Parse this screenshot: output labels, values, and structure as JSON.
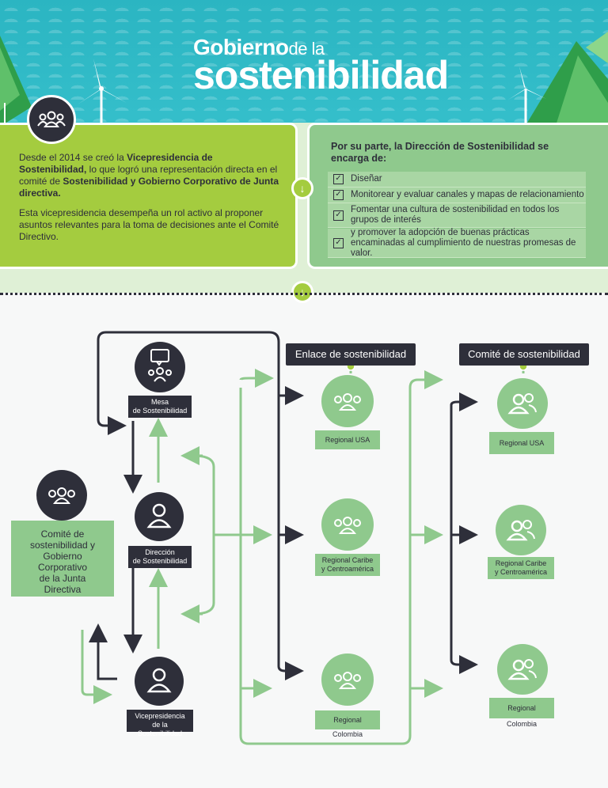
{
  "banner": {
    "title_word1": "Gobierno",
    "title_word2": "de la",
    "title_line2": "sostenibilidad"
  },
  "left_panel": {
    "p1_a": "Desde el 2014 se creó la ",
    "p1_b": "Vicepresidencia de Sostenibilidad,",
    "p1_c": " lo que logró una representación directa en el comité de ",
    "p1_d": "Sostenibilidad y Gobierno Corporativo de Junta directiva.",
    "p2": "Esta vicepresidencia desempeña un rol activo al proponer asuntos relevantes para la toma de decisiones ante el Comité Directivo."
  },
  "right_panel": {
    "heading": "Por su parte, la Dirección de Sostenibilidad se encarga de:",
    "items": [
      "Diseñar",
      "Monitorear y evaluar canales y mapas de relacionamiento",
      "Fomentar una cultura de sostenibilidad en todos los grupos de interés",
      " y promover la adopción de buenas prácticas encaminadas al cumplimiento de nuestras promesas de valor."
    ]
  },
  "diagram": {
    "mesa": "Mesa\nde Sostenibilidad",
    "direccion": "Dirección\nde Sostenibilidad",
    "vicepresidencia": "Vicepresidencia\nde la Sostenibilidad",
    "comite_junta": "Comité de\nsostenibilidad y\nGobierno\nCorporativo\nde la Junta\nDirectiva",
    "enlace_header": "Enlace de sostenibilidad",
    "comite_header": "Comité de sostenibilidad",
    "enlace_regions": [
      "Regional USA",
      "Regional Caribe\ny Centroamérica",
      "Regional Colombia"
    ],
    "comite_regions": [
      "Regional USA",
      "Regional Caribe\ny Centroamérica",
      "Regional Colombia"
    ]
  },
  "colors": {
    "banner": "#2bb5c2",
    "lime": "#a4cc3f",
    "green": "#8fc98d",
    "dark": "#2e2f3a"
  }
}
